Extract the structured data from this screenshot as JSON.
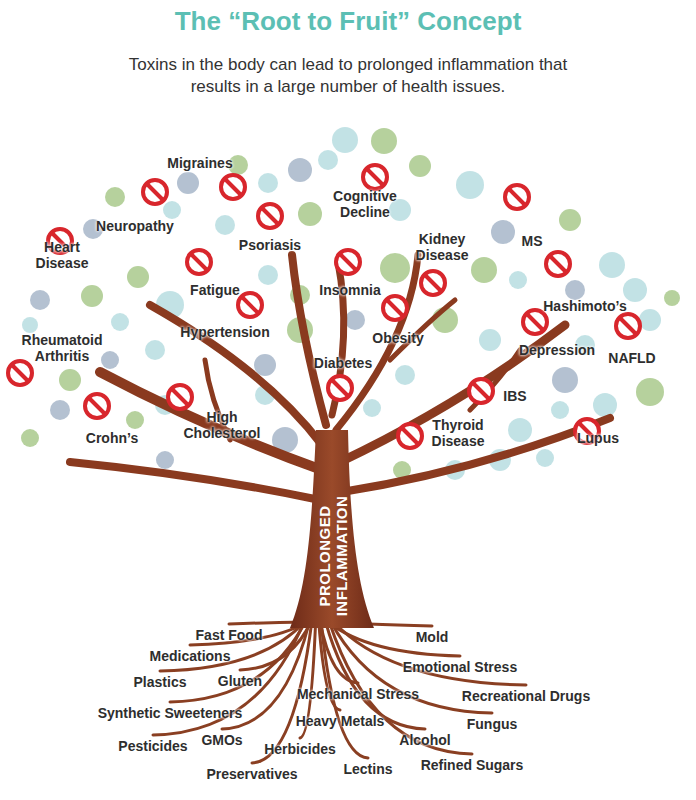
{
  "diagram": {
    "title": "The “Root to Fruit” Concept",
    "caption": "Toxins in the body can lead to prolonged inflammation that results in a large number of health issues.",
    "labels": [
      "Migraines",
      "Neuropathy",
      "Cognitive Decline",
      "Psoriasis",
      "MS",
      "Kidney Disease",
      "Heart Disease",
      "Fatigue",
      "Insomnia",
      "Hashimoto’s",
      "Hypertension",
      "Obesity",
      "Rheumatoid Arthritis",
      "Depression",
      "NAFLD",
      "Diabetes",
      "IBS",
      "High Cholesterol",
      "Crohn’s",
      "Thyroid Disease",
      "Lupus",
      "PROLONGED INFLAMMATION",
      "Fast Food",
      "Mold",
      "Medications",
      "Emotional Stress",
      "Plastics",
      "Gluten",
      "Mechanical Stress",
      "Recreational Drugs",
      "Synthetic Sweeteners",
      "Heavy Metals",
      "Fungus",
      "Pesticides",
      "GMOs",
      "Herbicides",
      "Alcohol",
      "Preservatives",
      "Lectins",
      "Refined Sugars"
    ]
  }
}
